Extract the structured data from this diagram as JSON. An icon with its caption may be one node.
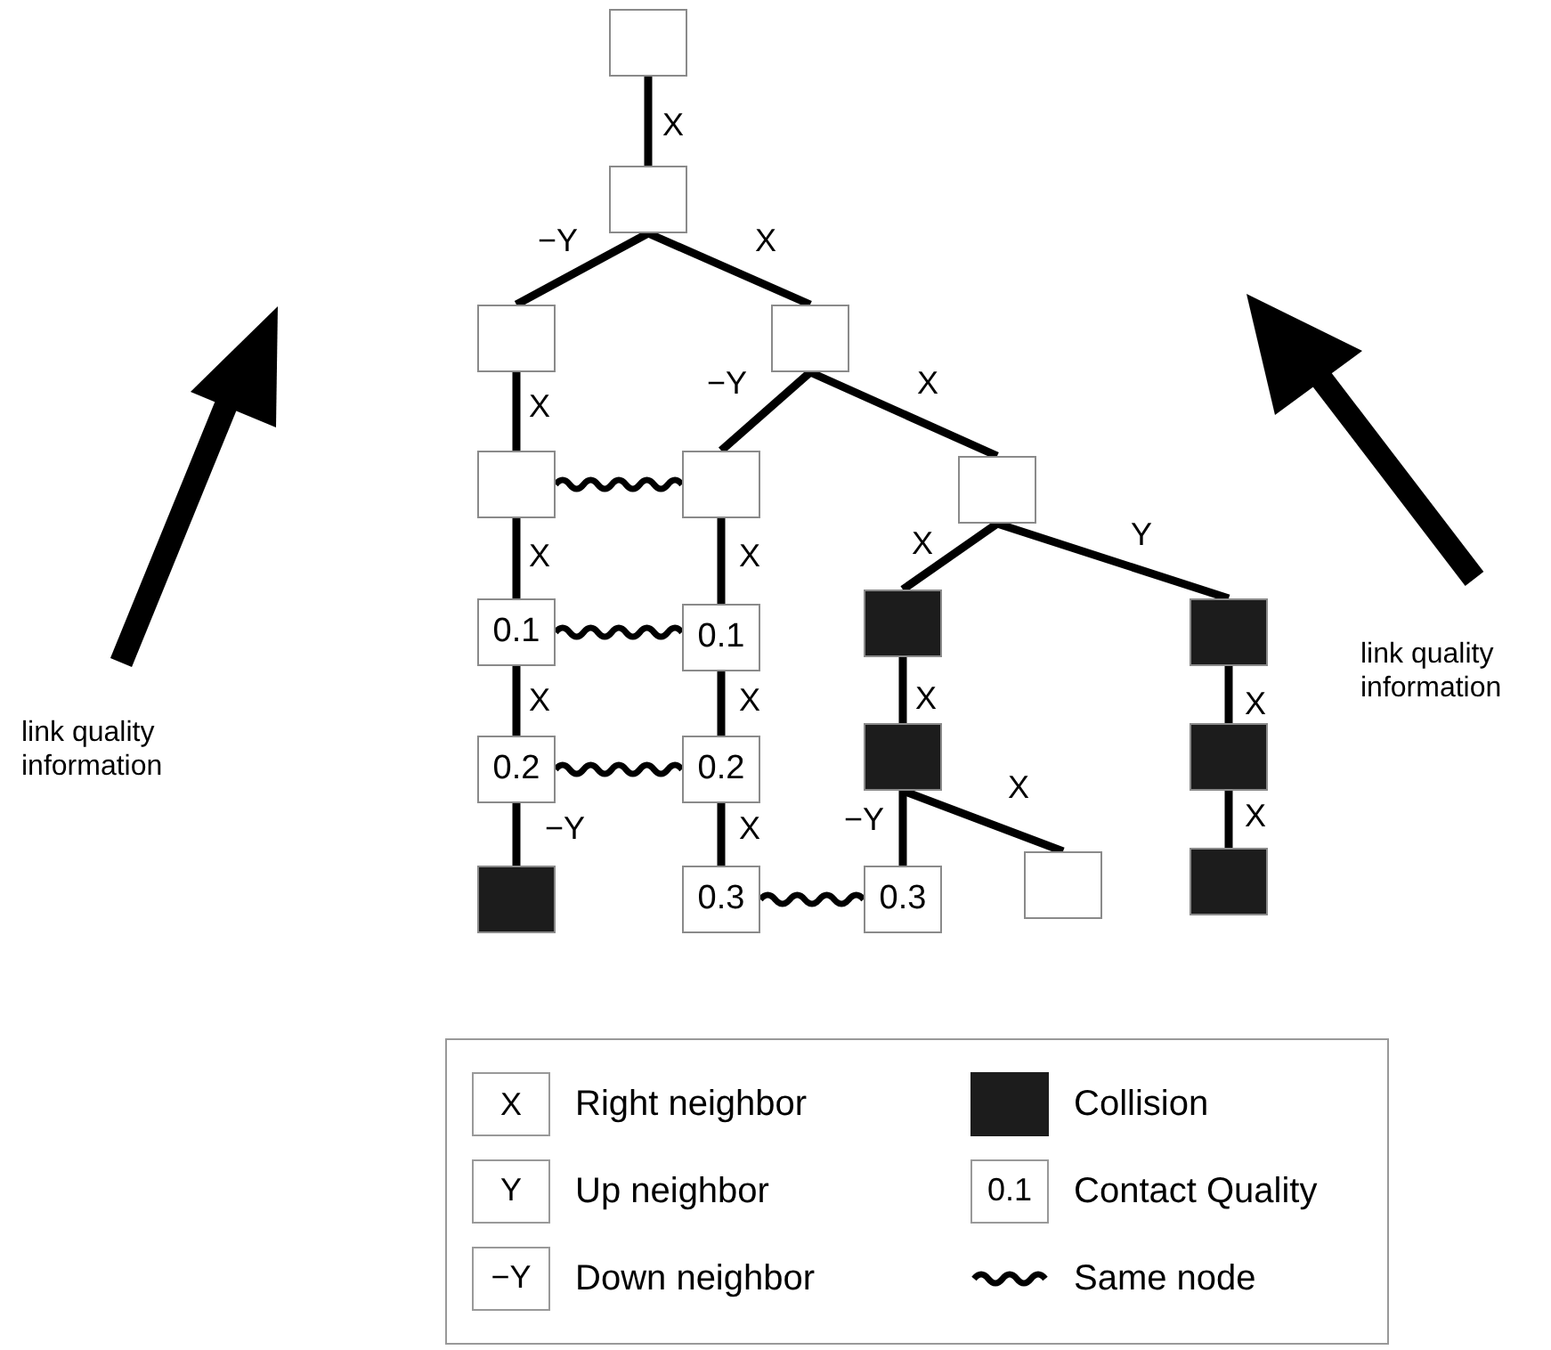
{
  "diagram": {
    "nodes": [
      {
        "text": [],
        "shape": "box"
      },
      {
        "text": [],
        "shape": "box"
      },
      {
        "text": [],
        "shape": "box"
      },
      {
        "text": [],
        "shape": "box"
      },
      {
        "text": [],
        "shape": "box"
      },
      {
        "text": [],
        "shape": "box"
      },
      {
        "text": [],
        "shape": "box"
      },
      {
        "text": [
          "0.1"
        ]
      },
      {
        "text": [
          "0.1"
        ]
      },
      {
        "text": [],
        "shape": "block"
      },
      {
        "text": [],
        "shape": "block"
      },
      {
        "text": [
          "0.2"
        ]
      },
      {
        "text": [
          "0.2"
        ]
      },
      {
        "text": [],
        "shape": "block"
      },
      {
        "text": [],
        "shape": "block"
      },
      {
        "text": [],
        "shape": "block"
      },
      {
        "text": [
          "0.3"
        ]
      },
      {
        "text": [
          "0.3"
        ]
      },
      {
        "text": [],
        "shape": "box"
      },
      {
        "text": [],
        "shape": "block"
      }
    ],
    "edges": [
      {
        "from": 0,
        "to": 1,
        "arrow": "none",
        "label": "X"
      },
      {
        "from": 1,
        "to": 2,
        "arrow": "none",
        "label": "−Y"
      },
      {
        "from": 1,
        "to": 3,
        "arrow": "none",
        "label": "X"
      },
      {
        "from": 2,
        "to": 4,
        "arrow": "none",
        "label": "X"
      },
      {
        "from": 3,
        "to": 5,
        "arrow": "none",
        "label": "−Y"
      },
      {
        "from": 3,
        "to": 6,
        "arrow": "none",
        "label": "X"
      },
      {
        "from": 4,
        "to": 7,
        "arrow": "none",
        "label": "X"
      },
      {
        "from": 5,
        "to": 8,
        "arrow": "none",
        "label": "X"
      },
      {
        "from": 6,
        "to": 9,
        "arrow": "none",
        "label": "X"
      },
      {
        "from": 6,
        "to": 10,
        "arrow": "none",
        "label": "Y"
      },
      {
        "from": 7,
        "to": 11,
        "arrow": "none",
        "label": "X"
      },
      {
        "from": 8,
        "to": 12,
        "arrow": "none",
        "label": "X"
      },
      {
        "from": 9,
        "to": 13,
        "arrow": "none",
        "label": "X"
      },
      {
        "from": 10,
        "to": 14,
        "arrow": "none",
        "label": "X"
      },
      {
        "from": 11,
        "to": 15,
        "arrow": "none",
        "label": "−Y"
      },
      {
        "from": 12,
        "to": 16,
        "arrow": "none",
        "label": "X"
      },
      {
        "from": 13,
        "to": 17,
        "arrow": "none",
        "label": "−Y"
      },
      {
        "from": 13,
        "to": 18,
        "arrow": "none",
        "label": "X"
      },
      {
        "from": 14,
        "to": 19,
        "arrow": "none",
        "label": "X"
      },
      {
        "from": 4,
        "to": 5,
        "arrow": "none"
      },
      {
        "from": 7,
        "to": 8,
        "arrow": "none"
      },
      {
        "from": 11,
        "to": 12,
        "arrow": "none"
      },
      {
        "from": 16,
        "to": 17,
        "arrow": "none"
      }
    ],
    "labels": [
      "link quality information",
      "link quality information",
      "X",
      "Y",
      "−Y",
      "0.1"
    ],
    "legend": [
      {
        "text": "Right neighbor"
      },
      {
        "text": "Collision",
        "color": "#1c1c1c"
      },
      {
        "text": "Up neighbor"
      },
      {
        "text": "Contact Quality"
      },
      {
        "text": "Down neighbor"
      },
      {
        "text": "Same node"
      }
    ]
  }
}
